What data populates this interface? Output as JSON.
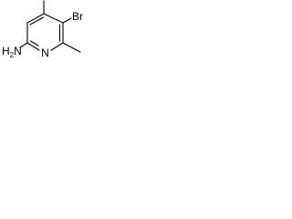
{
  "structure": {
    "atoms": {
      "n_ring": "N",
      "br": "Br",
      "nh2_n": "N",
      "nh2_h": "H",
      "nh2_sub": "2"
    }
  },
  "colors": {
    "bond": "#000000",
    "text": "#000000",
    "background": "#ffffff"
  }
}
